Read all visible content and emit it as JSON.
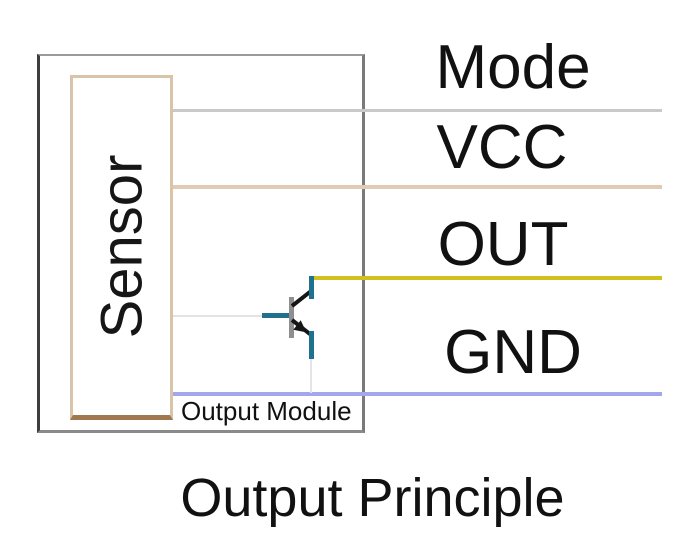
{
  "title": "Output Principle",
  "diagram": {
    "sensor_label": "Sensor",
    "module_label": "Output Module",
    "pins": [
      {
        "label": "Mode",
        "wire_color": "#c9c9ca"
      },
      {
        "label": "VCC",
        "wire_color": "#e1cbb5"
      },
      {
        "label": "OUT",
        "wire_color": "#d1c01d"
      },
      {
        "label": "GND",
        "wire_color": "#a2a6ec"
      }
    ],
    "transistor": {
      "type": "NPN",
      "lead_color": "#20718f",
      "symbol_color": "#151515"
    },
    "colors": {
      "outer_box_border": "#7a7a7a",
      "sensor_box_border": "#dac4a8",
      "sensor_box_border_bottom": "#a1784e",
      "text": "#111111",
      "background": "#ffffff"
    }
  }
}
